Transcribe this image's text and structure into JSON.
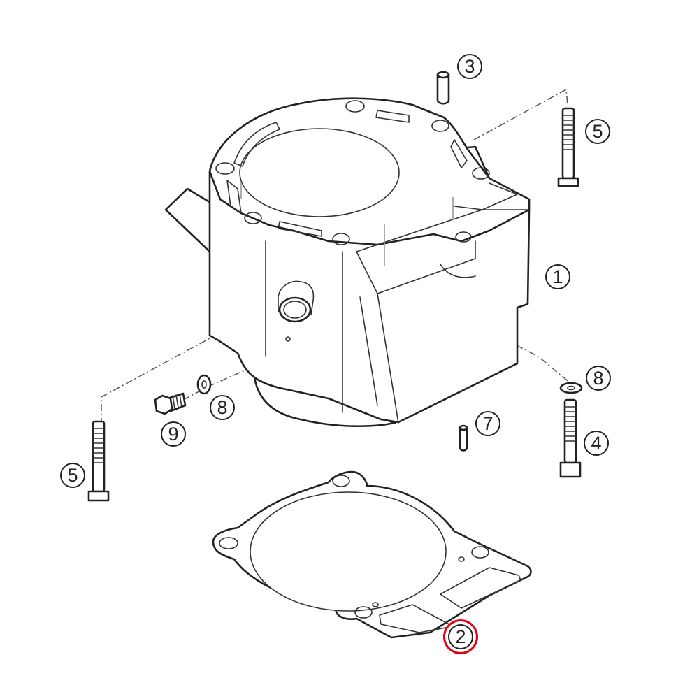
{
  "diagram": {
    "title": "Cylinder assembly exploded view",
    "highlight_color": "#e3000f",
    "line_color": "#222222",
    "parts": [
      {
        "id": "1",
        "name": "cylinder",
        "callout": "1"
      },
      {
        "id": "2",
        "name": "cylinder-base-gasket",
        "callout": "2",
        "highlighted": true
      },
      {
        "id": "3",
        "name": "dowel-sleeve",
        "callout": "3"
      },
      {
        "id": "4",
        "name": "stud-bolt",
        "callout": "4"
      },
      {
        "id": "5a",
        "name": "cylinder-bolt-top-right",
        "callout": "5"
      },
      {
        "id": "5b",
        "name": "cylinder-bolt-left",
        "callout": "5"
      },
      {
        "id": "7",
        "name": "dowel-pin",
        "callout": "7"
      },
      {
        "id": "8a",
        "name": "washer-front",
        "callout": "8"
      },
      {
        "id": "8b",
        "name": "washer-right",
        "callout": "8"
      },
      {
        "id": "9",
        "name": "screw-plug",
        "callout": "9"
      }
    ],
    "callouts": {
      "c1": "1",
      "c2": "2",
      "c3": "3",
      "c4": "4",
      "c5_top": "5",
      "c5_left": "5",
      "c7": "7",
      "c8_front": "8",
      "c8_right": "8",
      "c9": "9"
    }
  }
}
